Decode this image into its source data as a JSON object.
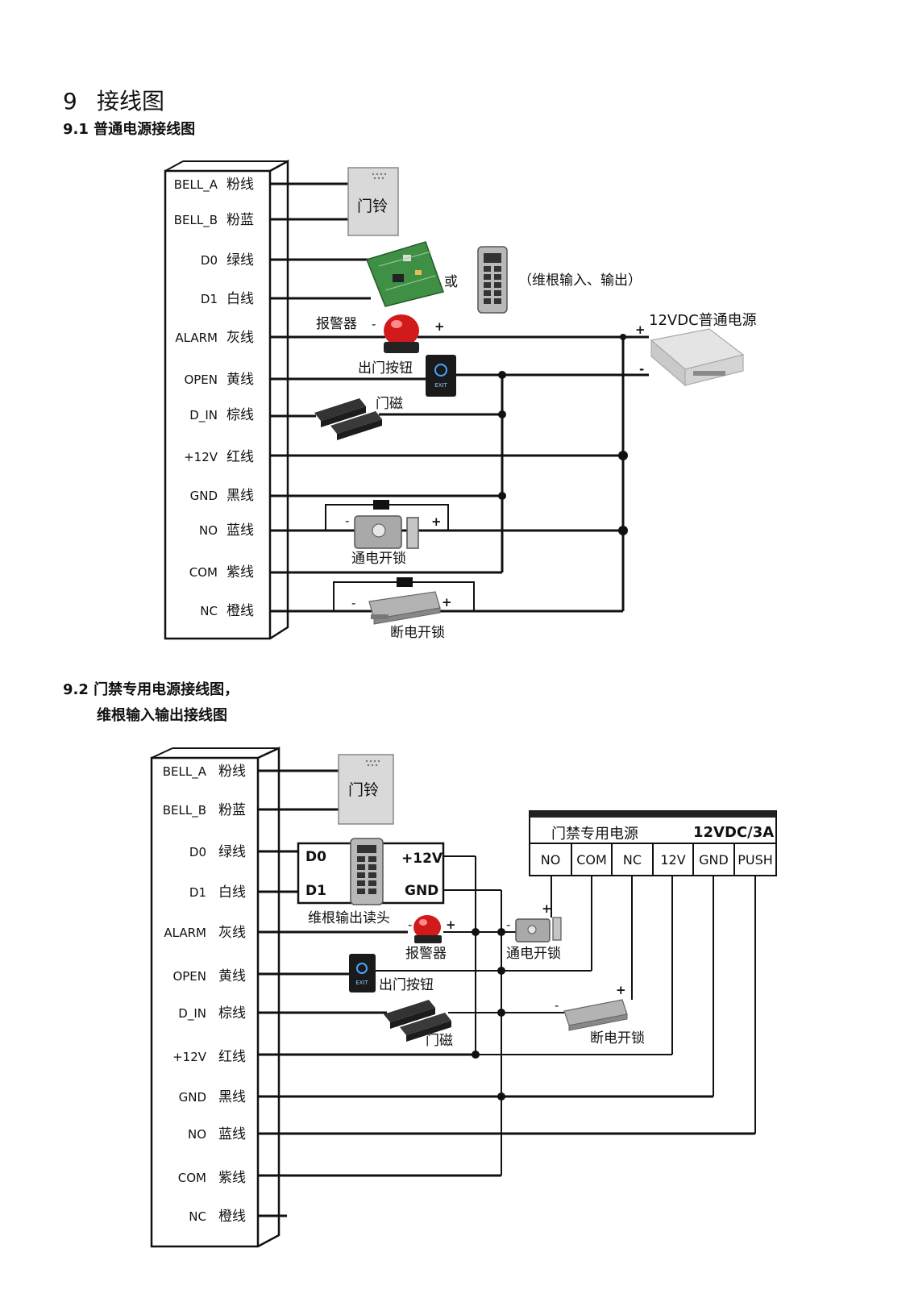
{
  "section": {
    "number": "9",
    "title": "接线图"
  },
  "diagram1": {
    "heading": "9.1 普通电源接线图",
    "terminals": [
      {
        "code": "BELL_A",
        "color": "粉线"
      },
      {
        "code": "BELL_B",
        "color": "粉蓝"
      },
      {
        "code": "D0",
        "color": "绿线"
      },
      {
        "code": "D1",
        "color": "白线"
      },
      {
        "code": "ALARM",
        "color": "灰线"
      },
      {
        "code": "OPEN",
        "color": "黄线"
      },
      {
        "code": "D_IN",
        "color": "棕线"
      },
      {
        "code": "+12V",
        "color": "红线"
      },
      {
        "code": "GND",
        "color": "黑线"
      },
      {
        "code": "NO",
        "color": "蓝线"
      },
      {
        "code": "COM",
        "color": "紫线"
      },
      {
        "code": "NC",
        "color": "橙线"
      }
    ],
    "doorbell": "门铃",
    "or_text": "或",
    "wiegand_note": "（维根输入、输出）",
    "alarm": "报警器",
    "power": "12VDC普通电源",
    "exit_button": "出门按钮",
    "exit_text": "EXIT",
    "door_sensor": "门磁",
    "fail_secure_lock": "通电开锁",
    "fail_safe_lock": "断电开锁",
    "plus": "+",
    "minus": "-"
  },
  "diagram2": {
    "heading": "9.2 门禁专用电源接线图，",
    "subheading": "维根输入输出接线图",
    "terminals": [
      {
        "code": "BELL_A",
        "color": "粉线"
      },
      {
        "code": "BELL_B",
        "color": "粉蓝"
      },
      {
        "code": "D0",
        "color": "绿线"
      },
      {
        "code": "D1",
        "color": "白线"
      },
      {
        "code": "ALARM",
        "color": "灰线"
      },
      {
        "code": "OPEN",
        "color": "黄线"
      },
      {
        "code": "D_IN",
        "color": "棕线"
      },
      {
        "code": "+12V",
        "color": "红线"
      },
      {
        "code": "GND",
        "color": "黑线"
      },
      {
        "code": "NO",
        "color": "蓝线"
      },
      {
        "code": "COM",
        "color": "紫线"
      },
      {
        "code": "NC",
        "color": "橙线"
      }
    ],
    "doorbell": "门铃",
    "reader": {
      "d0": "D0",
      "d1": "D1",
      "v12": "+12V",
      "gnd": "GND",
      "label": "维根输出读头"
    },
    "alarm": "报警器",
    "exit_button": "出门按钮",
    "exit_text": "EXIT",
    "door_sensor": "门磁",
    "fail_secure_lock": "通电开锁",
    "fail_safe_lock": "断电开锁",
    "psu": {
      "title": "门禁专用电源",
      "rating": "12VDC/3A",
      "ports": [
        "NO",
        "COM",
        "NC",
        "12V",
        "GND",
        "PUSH"
      ]
    },
    "plus": "+",
    "minus": "-"
  }
}
